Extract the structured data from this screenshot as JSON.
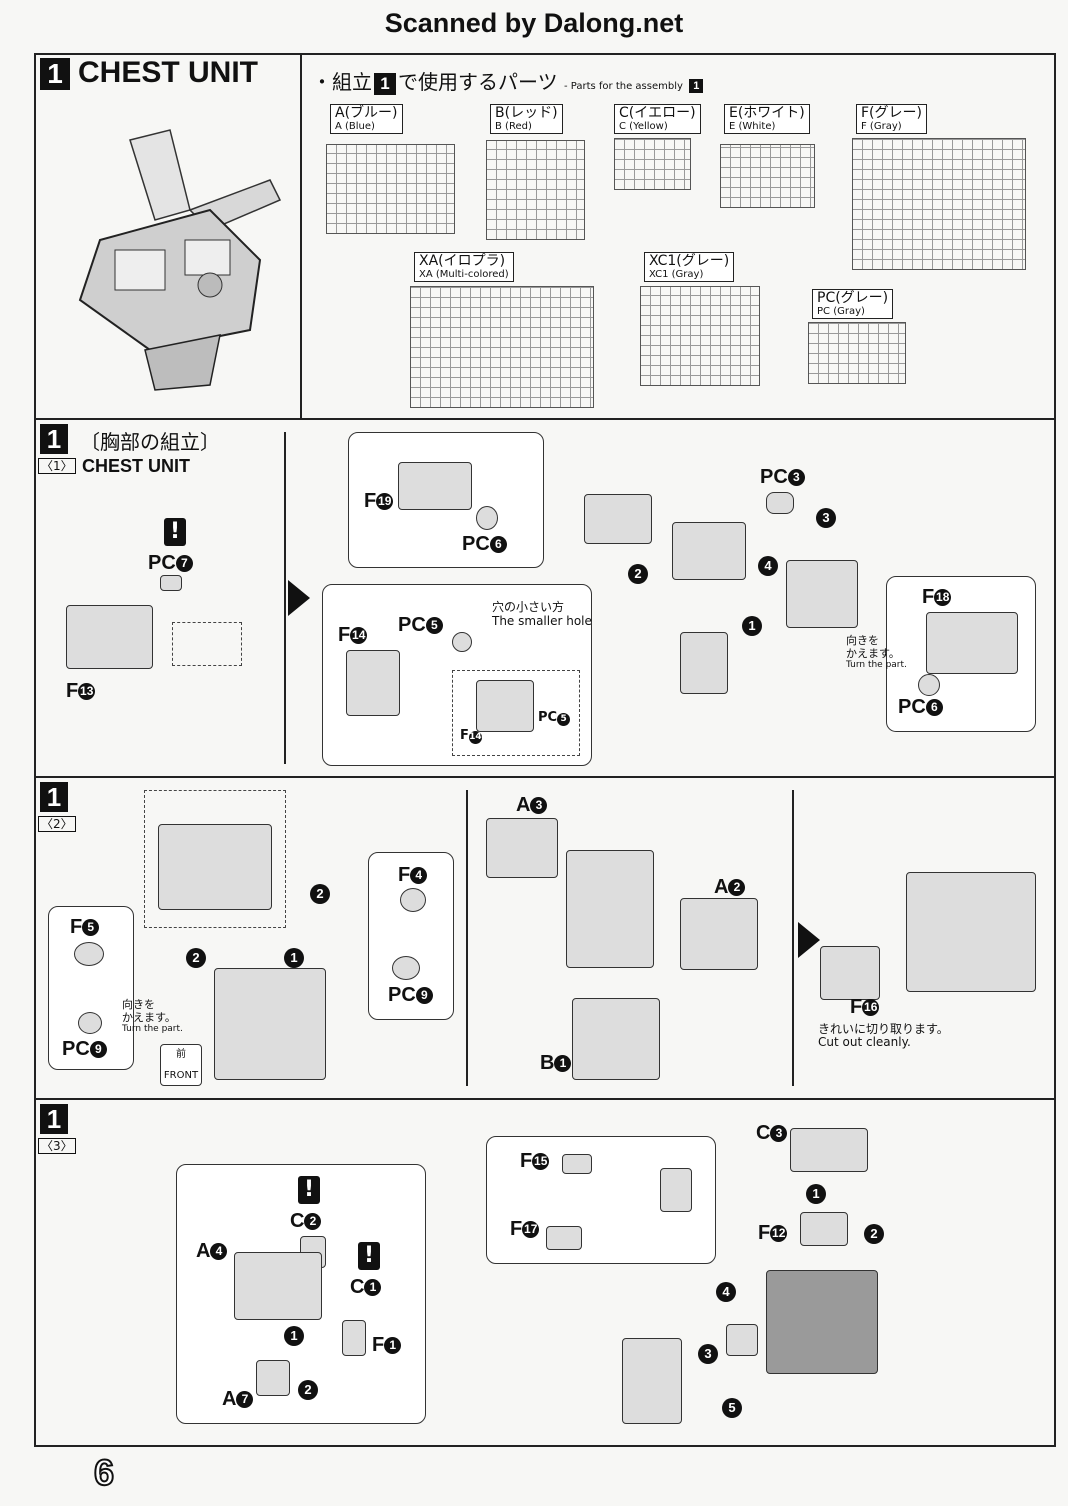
{
  "header": {
    "scan_credit": "Scanned by Dalong.net"
  },
  "section_top": {
    "number": "1",
    "title": "CHEST UNIT",
    "parts_heading_prefix": "・組立",
    "parts_heading_num": "1",
    "parts_heading_suffix": "で使用するパーツ",
    "parts_heading_en": "- Parts for the assembly",
    "parts_heading_en_num": "1",
    "runners": [
      {
        "jp": "A(ブルー)",
        "en": "A (Blue)"
      },
      {
        "jp": "B(レッド)",
        "en": "B (Red)"
      },
      {
        "jp": "C(イエロー)",
        "en": "C (Yellow)"
      },
      {
        "jp": "E(ホワイト)",
        "en": "E (White)"
      },
      {
        "jp": "F(グレー)",
        "en": "F (Gray)"
      },
      {
        "jp": "XA(イロプラ)",
        "en": "XA (Multi-colored)"
      },
      {
        "jp": "XC1(グレー)",
        "en": "XC1 (Gray)"
      },
      {
        "jp": "PC(グレー)",
        "en": "PC (Gray)"
      }
    ]
  },
  "step1": {
    "num": "1",
    "sub": "〈1〉",
    "title_jp": "〔胸部の組立〕",
    "title_en": "CHEST UNIT",
    "labels": {
      "pc7": "PC",
      "pc7_n": "7",
      "f13": "F",
      "f13_n": "13",
      "f19": "F",
      "f19_n": "19",
      "pc6a": "PC",
      "pc6a_n": "6",
      "pc3": "PC",
      "pc3_n": "3",
      "f14": "F",
      "f14_n": "14",
      "pc5": "PC",
      "pc5_n": "5",
      "f14s": "F",
      "f14s_n": "14",
      "pc5s": "PC",
      "pc5s_n": "5",
      "f18": "F",
      "f18_n": "18",
      "pc6b": "PC",
      "pc6b_n": "6"
    },
    "hole_note_jp": "穴の小さい方",
    "hole_note_en": "The smaller hole",
    "turn_jp": "向きを\nかえます。",
    "turn_en": "Turn the part.",
    "steps": [
      "1",
      "2",
      "3",
      "4"
    ]
  },
  "step2": {
    "num": "1",
    "sub": "〈2〉",
    "labels": {
      "f5": "F",
      "f5_n": "5",
      "pc9a": "PC",
      "pc9a_n": "9",
      "f4": "F",
      "f4_n": "4",
      "pc9b": "PC",
      "pc9b_n": "9",
      "a3": "A",
      "a3_n": "3",
      "a2": "A",
      "a2_n": "2",
      "b1": "B",
      "b1_n": "1",
      "f16": "F",
      "f16_n": "16"
    },
    "turn_jp": "向きを\nかえます。",
    "turn_en": "Turn the part.",
    "front_jp": "前",
    "front_en": "FRONT",
    "cut_jp": "きれいに切り取ります。",
    "cut_en": "Cut out cleanly."
  },
  "step3": {
    "num": "1",
    "sub": "〈3〉",
    "labels": {
      "c2": "C",
      "c2_n": "2",
      "a4": "A",
      "a4_n": "4",
      "c1": "C",
      "c1_n": "1",
      "f1": "F",
      "f1_n": "1",
      "a7": "A",
      "a7_n": "7",
      "f15": "F",
      "f15_n": "15",
      "f17": "F",
      "f17_n": "17",
      "c3": "C",
      "c3_n": "3",
      "f12": "F",
      "f12_n": "12"
    }
  },
  "page_number": "6"
}
